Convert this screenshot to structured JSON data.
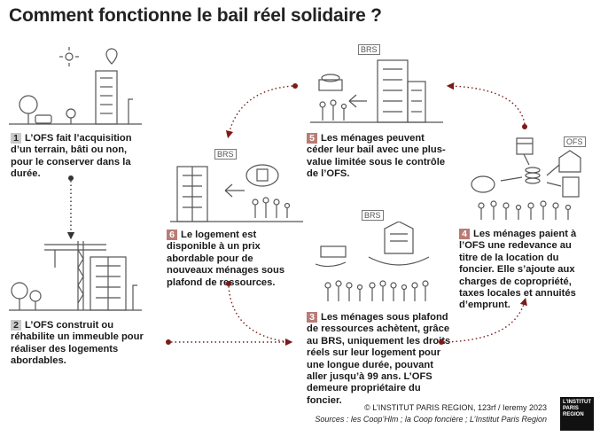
{
  "title": "Comment fonctionne le bail réel solidaire ?",
  "brs_label": "BRS",
  "ofs_label": "OFS",
  "steps": [
    {
      "num": "1",
      "text": "L’OFS fait l’acquisition d’un terrain, bâti ou non, pour le conserver dans la durée."
    },
    {
      "num": "2",
      "text": "L’OFS construit ou réhabilite un immeuble pour réaliser des logements abordables."
    },
    {
      "num": "3",
      "text": "Les ménages sous plafond de ressources achètent, grâce au BRS, uniquement les droits réels sur leur logement pour une longue durée, pouvant aller jusqu’à 99 ans. L’OFS demeure propriétaire du foncier."
    },
    {
      "num": "4",
      "text": "Les ménages paient à l’OFS une redevance au titre de la location du foncier. Elle s’ajoute aux charges de copropriété, taxes locales et annuités d’emprunt."
    },
    {
      "num": "5",
      "text": "Les ménages peuvent céder leur bail avec une plus-value limitée sous le contrôle de l’OFS."
    },
    {
      "num": "6",
      "text": "Le logement est disponible à un prix abordable pour de nouveaux ménages sous plafond de ressources."
    }
  ],
  "copyright": "© L’INSTITUT PARIS REGION, 123rf / Ieremy 2023",
  "sources": "Sources : les Coop’Hlm ; la Coop foncière ; L’Institut Paris Region",
  "logo_lines": [
    "L’INSTITUT",
    "PARIS",
    "REGION"
  ],
  "colors": {
    "accent": "#7a1a1a",
    "icon_stroke": "#555555",
    "number_bg": "#c9c9c9"
  }
}
